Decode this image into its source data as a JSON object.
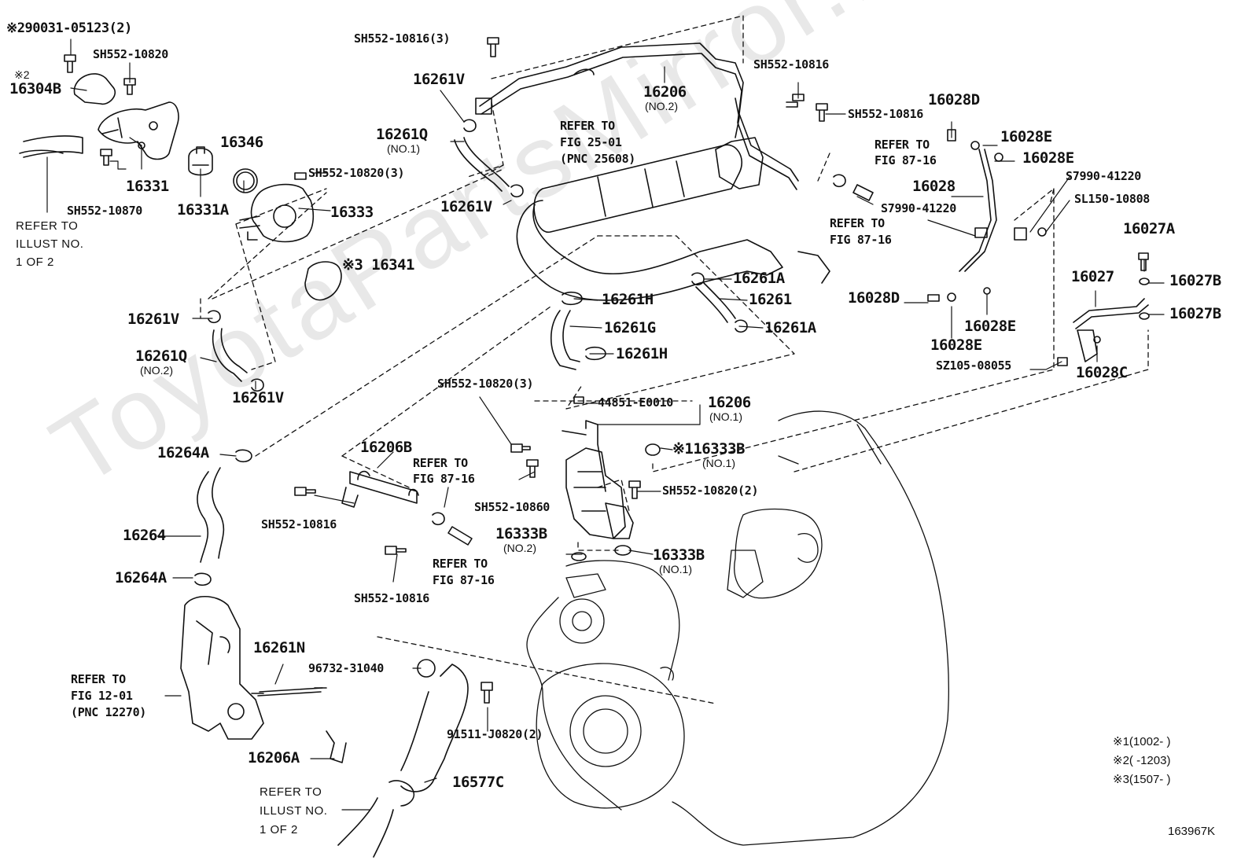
{
  "watermark": "ToyotaPartsMirror.ru",
  "diagram_id": "163967K",
  "footnotes": [
    {
      "mark": "※1",
      "range": "(1002-      )"
    },
    {
      "mark": "※2",
      "range": "(       -1203)"
    },
    {
      "mark": "※3",
      "range": "(1507-      )"
    }
  ],
  "labels": {
    "l_29003105123": "※290031-05123(2)",
    "l_sh55210820_a": "SH552-10820",
    "l_note2": "※2",
    "l_16304b": "16304B",
    "l_16331": "16331",
    "l_sh55210870": "SH552-10870",
    "l_refer_illust1_a": "REFER TO",
    "l_refer_illust1_b": "ILLUST NO.",
    "l_refer_illust1_c": "1 OF 2",
    "l_16346": "16346",
    "l_16331a": "16331A",
    "l_sh55210820_3a": "SH552-10820(3)",
    "l_16333": "16333",
    "l_16341": "※3 16341",
    "l_sh55210816_3": "SH552-10816(3)",
    "l_16261v_a": "16261V",
    "l_16261q1": "16261Q",
    "l_no1_a": "(NO.1)",
    "l_16261v_b": "16261V",
    "l_16206no2": "16206",
    "l_no2_a": "(NO.2)",
    "l_sh55210816_a": "SH552-10816",
    "l_sh55210816_b": "SH552-10816",
    "l_refer_2501_a": "REFER TO",
    "l_refer_2501_b": "FIG 25-01",
    "l_refer_2501_c": "(PNC 25608)",
    "l_16028d_a": "16028D",
    "l_16028e_a": "16028E",
    "l_16028e_b": "16028E",
    "l_refer_8716_a1": "REFER TO",
    "l_refer_8716_a2": "FIG 87-16",
    "l_16028": "16028",
    "l_s799041220_a": "S7990-41220",
    "l_s799041220_b": "S7990-41220",
    "l_sl15010808": "SL150-10808",
    "l_refer_8716_b1": "REFER TO",
    "l_refer_8716_b2": "FIG 87-16",
    "l_16027a": "16027A",
    "l_16027": "16027",
    "l_16027b_a": "16027B",
    "l_16027b_b": "16027B",
    "l_16028d_b": "16028D",
    "l_16028e_c": "16028E",
    "l_16028e_d": "16028E",
    "l_sz10508055": "SZ105-08055",
    "l_16028c": "16028C",
    "l_16261a_a": "16261A",
    "l_16261": "16261",
    "l_16261a_b": "16261A",
    "l_16261h_a": "16261H",
    "l_16261g": "16261G",
    "l_16261h_b": "16261H",
    "l_16261v_c": "16261V",
    "l_16261q2": "16261Q",
    "l_no2_b": "(NO.2)",
    "l_16261v_d": "16261V",
    "l_sh55210820_3b": "SH552-10820(3)",
    "l_44851e0010": "44851-E0010",
    "l_16206no1": "16206",
    "l_no1_b": "(NO.1)",
    "l_16333b_1": "※116333B",
    "l_no1_c": "(NO.1)",
    "l_16264a_a": "16264A",
    "l_16206b": "16206B",
    "l_refer_8716_c1": "REFER TO",
    "l_refer_8716_c2": "FIG 87-16",
    "l_sh55210816_c": "SH552-10816",
    "l_sh55210860": "SH552-10860",
    "l_sh55210820_2": "SH552-10820(2)",
    "l_16264": "16264",
    "l_16333b_2": "16333B",
    "l_no2_c": "(NO.2)",
    "l_16333b_3": "16333B",
    "l_no1_d": "(NO.1)",
    "l_refer_8716_d1": "REFER TO",
    "l_refer_8716_d2": "FIG 87-16",
    "l_16264a_b": "16264A",
    "l_sh55210816_d": "SH552-10816",
    "l_16261n": "16261N",
    "l_9673231040": "96732-31040",
    "l_refer_1201_a": "REFER TO",
    "l_refer_1201_b": "FIG 12-01",
    "l_refer_1201_c": "(PNC 12270)",
    "l_91511j0820": "91511-J0820(2)",
    "l_16206a": "16206A",
    "l_16577c": "16577C",
    "l_refer_illust2_a": "REFER TO",
    "l_refer_illust2_b": "ILLUST NO.",
    "l_refer_illust2_c": "1 OF 2"
  }
}
